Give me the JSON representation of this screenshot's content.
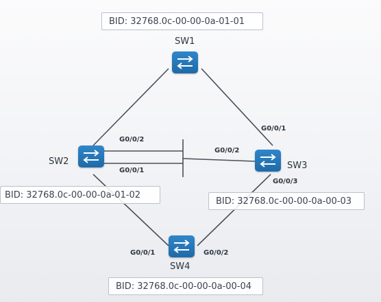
{
  "diagram": {
    "switches": [
      {
        "id": "sw1",
        "name": "SW1",
        "bid": "BID: 32768.0c-00-00-0a-01-01"
      },
      {
        "id": "sw2",
        "name": "SW2",
        "bid": "BID: 32768.0c-00-00-0a-01-02"
      },
      {
        "id": "sw3",
        "name": "SW3",
        "bid": "BID: 32768.0c-00-00-0a-00-03"
      },
      {
        "id": "sw4",
        "name": "SW4",
        "bid": "BID: 32768.0c-00-00-0a-00-04"
      }
    ],
    "ports": {
      "sw2_upper": "G0/0/2",
      "sw2_lower": "G0/0/1",
      "sw3_left": "G0/0/2",
      "sw3_upper": "G0/0/1",
      "sw3_lower": "G0/0/3",
      "sw4_left": "G0/0/1",
      "sw4_right": "G0/0/2"
    },
    "colors": {
      "link": "#4a4f57",
      "switch": "#2777ba",
      "box_border": "#b9c1cc"
    },
    "icon": "switch-icon"
  }
}
